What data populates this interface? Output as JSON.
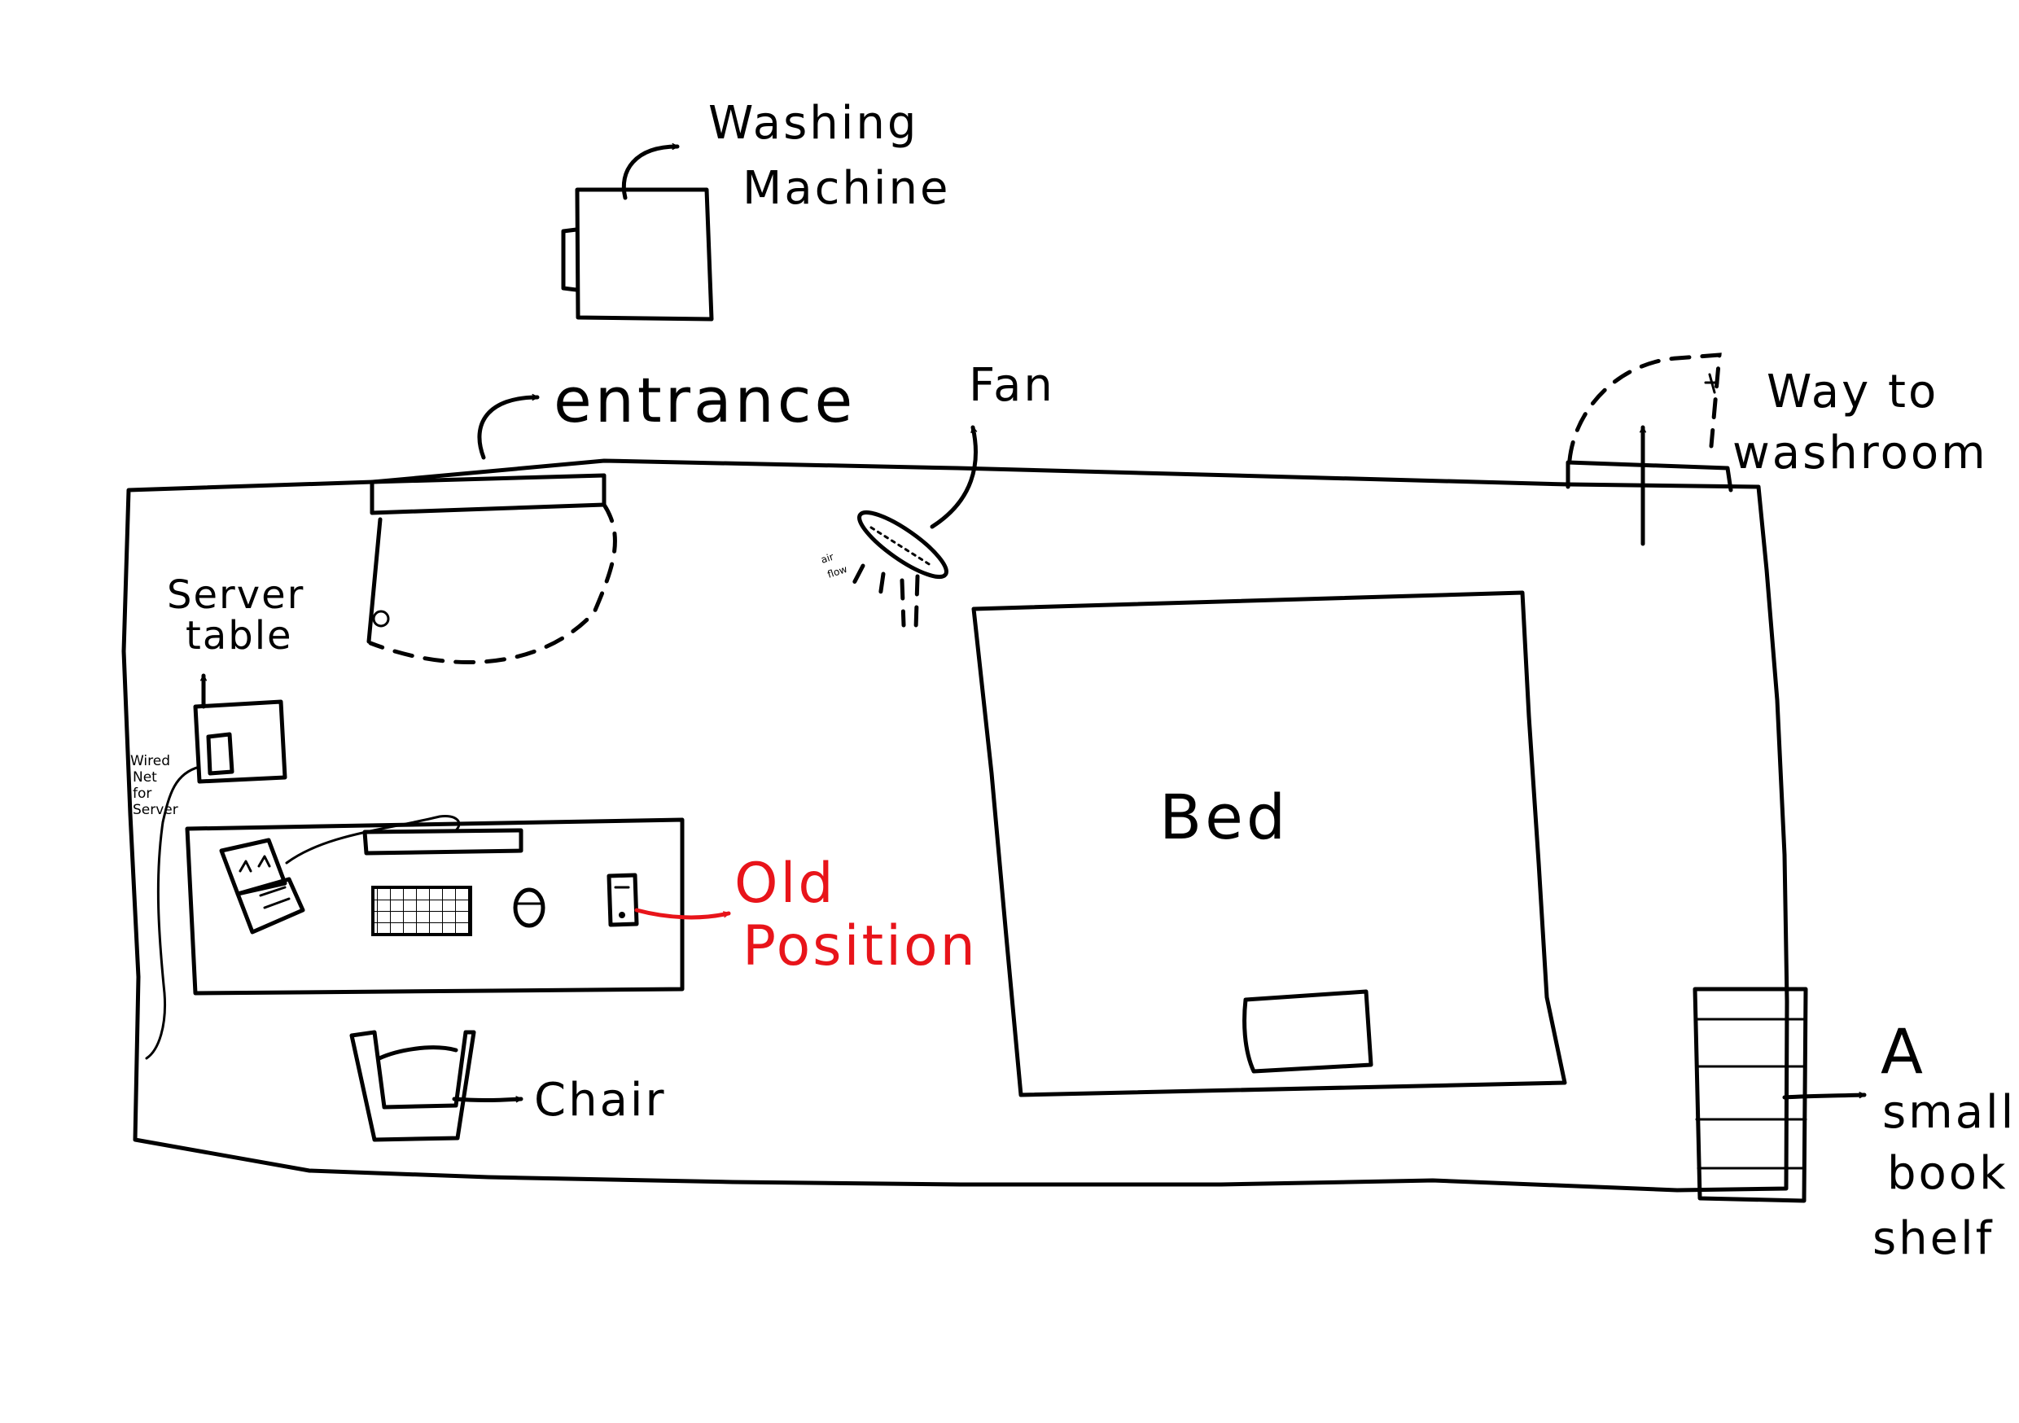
{
  "labels": {
    "washing_machine_line1": "Washing",
    "washing_machine_line2": "Machine",
    "entrance": "entrance",
    "fan": "Fan",
    "fan_air_flow_line1": "air",
    "fan_air_flow_line2": "flow",
    "way_to_washroom_line1": "Way to",
    "way_to_washroom_line2": "washroom",
    "server_table_line1": "Server",
    "server_table_line2": "table",
    "wired_net_line1": "Wired",
    "wired_net_line2": "Net",
    "wired_net_line3": "for",
    "wired_net_line4": "Server",
    "old_position_line1": "Old",
    "old_position_line2": "Position",
    "bed": "Bed",
    "chair": "Chair",
    "book_shelf_line1": "A",
    "book_shelf_line2": "small",
    "book_shelf_line3": "book",
    "book_shelf_line4": "shelf"
  },
  "colors": {
    "ink": "#000000",
    "highlight": "#e8141a",
    "paper": "#ffffff"
  }
}
